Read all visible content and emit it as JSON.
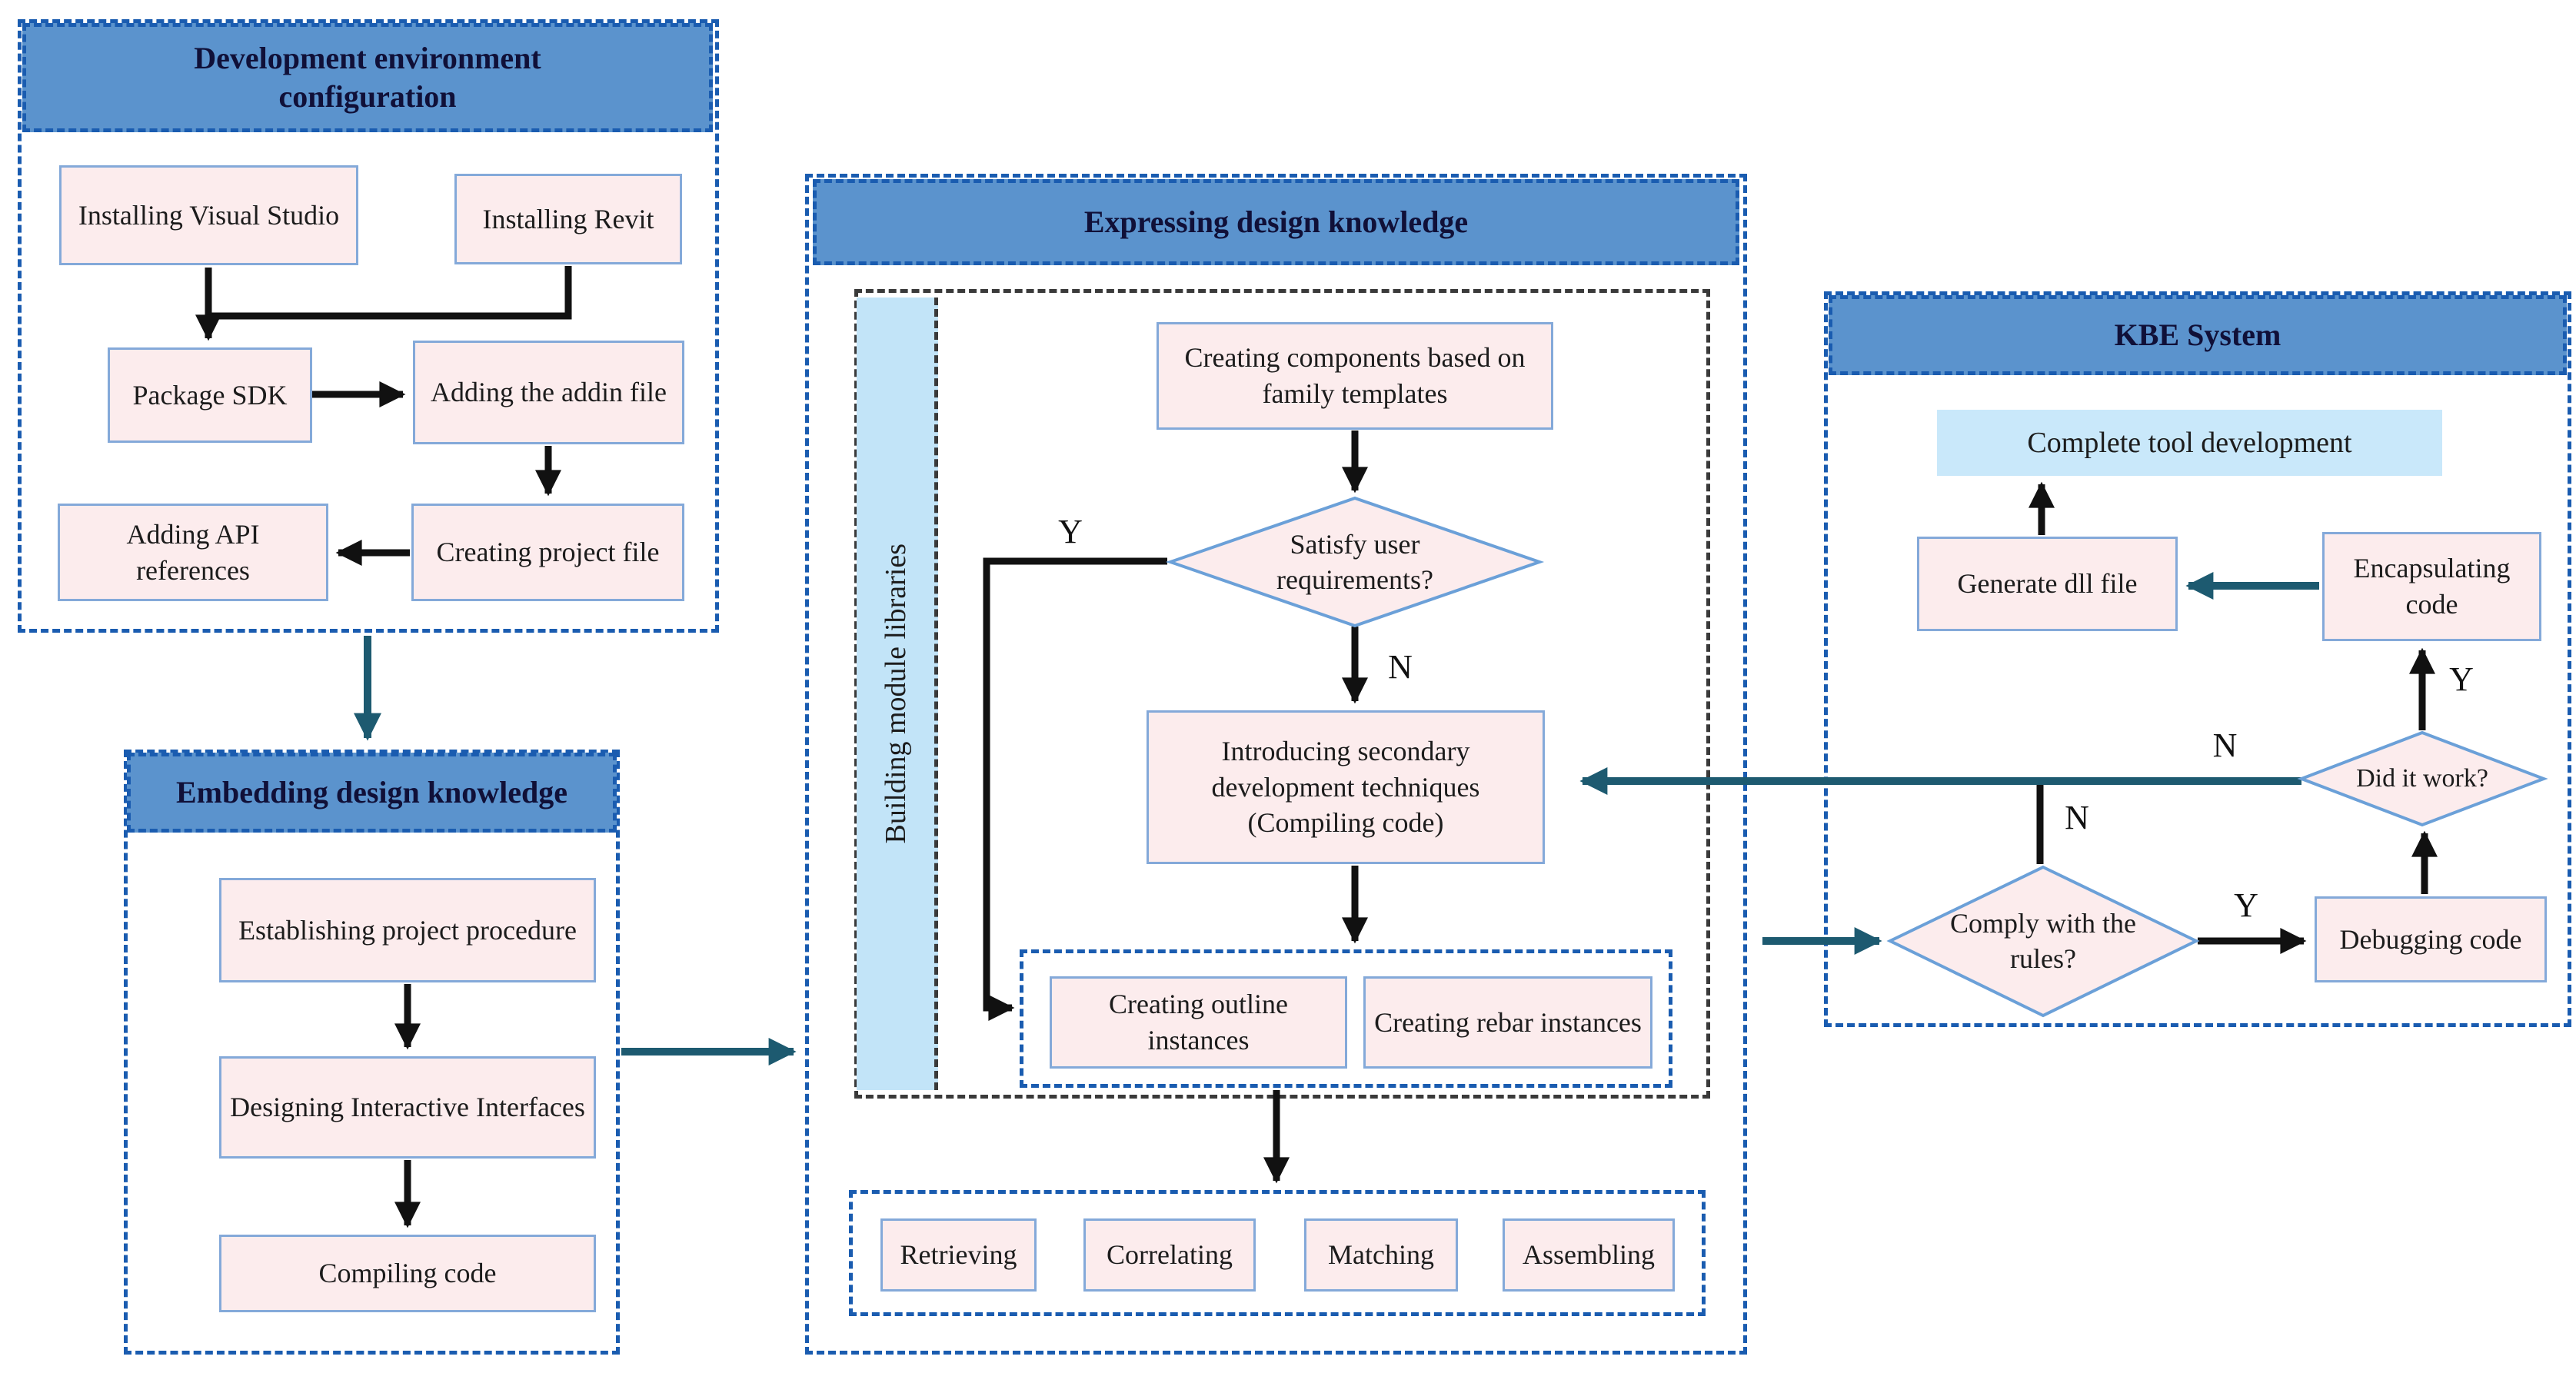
{
  "colors": {
    "header_blue": "#5b93cd",
    "dash_blue": "#1a5cb0",
    "box_pink": "#fceced",
    "box_border": "#84a9d9",
    "diamond_border": "#6ba0d8",
    "bar_blue": "#c2e4f8",
    "complete_blue": "#c9e8fa",
    "teal": "#1d5a70",
    "black": "#111111",
    "header_text": "#101038",
    "text": "#1c1c1c"
  },
  "dev": {
    "title": "Development environment configuration",
    "installing_vs": "Installing Visual Studio",
    "installing_revit": "Installing Revit",
    "package_sdk": "Package SDK",
    "adding_addin": "Adding the addin file",
    "adding_api": "Adding API references",
    "creating_project": "Creating project file"
  },
  "embedding": {
    "title": "Embedding design knowledge",
    "establishing": "Establishing project procedure",
    "designing": "Designing Interactive Interfaces",
    "compiling": "Compiling code"
  },
  "expressing": {
    "title": "Expressing design knowledge",
    "sidebar": "Building module libraries",
    "creating_components": "Creating components based on family templates",
    "satisfy": "Satisfy user requirements?",
    "introducing": "Introducing secondary development techniques (Compiling code)",
    "creating_outline": "Creating outline instances",
    "creating_rebar": "Creating rebar instances",
    "retrieving": "Retrieving",
    "correlating": "Correlating",
    "matching": "Matching",
    "assembling": "Assembling"
  },
  "kbe": {
    "title": "KBE System",
    "complete": "Complete tool development",
    "generate": "Generate dll file",
    "encapsulating": "Encapsulating code",
    "did_work": "Did it work?",
    "comply": "Comply with the rules?",
    "debugging": "Debugging code"
  },
  "branch_labels": {
    "yes": "Y",
    "no": "N"
  }
}
